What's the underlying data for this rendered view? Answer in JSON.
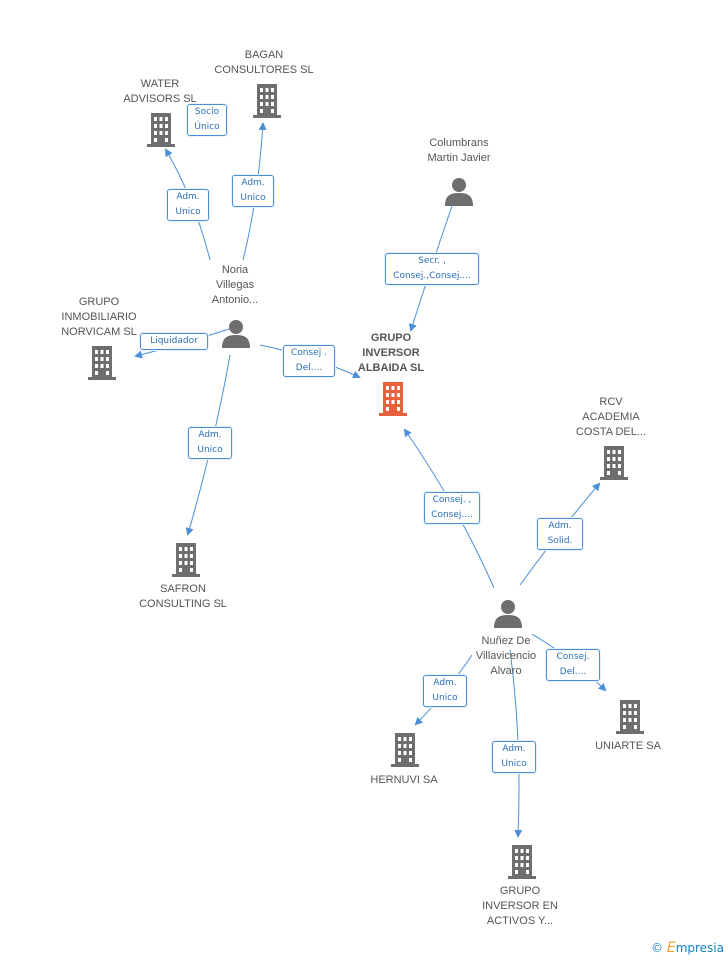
{
  "colors": {
    "edge": "#4a90d9",
    "building": "#6e6e6e",
    "building_main": "#e8603c",
    "person": "#6e6e6e"
  },
  "nodes": {
    "water": {
      "label": "WATER\nADVISORS SL"
    },
    "bagan": {
      "label": "BAGAN\nCONSULTORES SL"
    },
    "columbrans": {
      "label": "Columbrans\nMartin Javier"
    },
    "noria": {
      "label": "Noria\nVillegas\nAntonio..."
    },
    "grupo_inm": {
      "label": "GRUPO\nINMOBILIARIO\nNORVICAM SL"
    },
    "main": {
      "label": "GRUPO\nINVERSOR\nALBAIDA SL"
    },
    "rcv": {
      "label": "RCV\nACADEMIA\nCOSTA DEL..."
    },
    "safron": {
      "label": "SAFRON\nCONSULTING  SL"
    },
    "nunez": {
      "label": "Nuñez De\nVillavicencio\nAlvaro"
    },
    "uniarte": {
      "label": "UNIARTE SA"
    },
    "hernuvi": {
      "label": "HERNUVI SA"
    },
    "grupo_inv": {
      "label": "GRUPO\nINVERSOR EN\nACTIVOS Y..."
    }
  },
  "edges": {
    "socio": "Socio\nÚnico",
    "adm_bagan": "Adm.\nUnico",
    "adm_water": "Adm.\nUnico",
    "secr": "Secr. ,\nConsej.,Consej....",
    "liquidador": "Liquidador",
    "consej_noria": "Consej .\nDel....",
    "adm_safron": "Adm.\nUnico",
    "consej_nunez": "Consej. ,\nConsej....",
    "adm_solid": "Adm.\nSolid.",
    "consej_uniarte": "Consej.\nDel....",
    "adm_hernuvi": "Adm.\nUnico",
    "adm_grupo_inv": "Adm.\nUnico"
  },
  "footer": {
    "copyright": "©",
    "brand_initial": "E",
    "brand_rest": "mpresia"
  }
}
